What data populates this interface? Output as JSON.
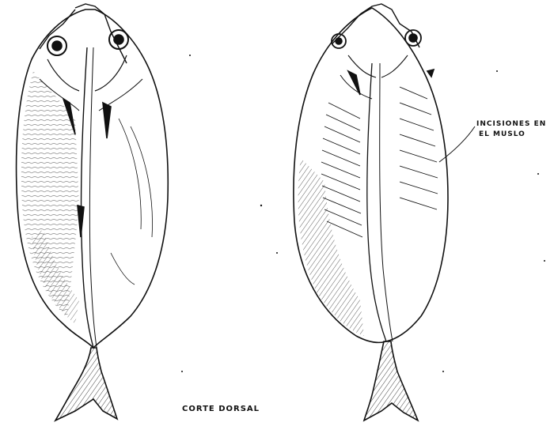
{
  "figure": {
    "caption": "CORTE DORSAL",
    "incision_label_line1": "INCISIONES EN",
    "incision_label_line2": "EL MUSLO"
  },
  "colors": {
    "ink": "#111111",
    "paper": "#ffffff"
  }
}
